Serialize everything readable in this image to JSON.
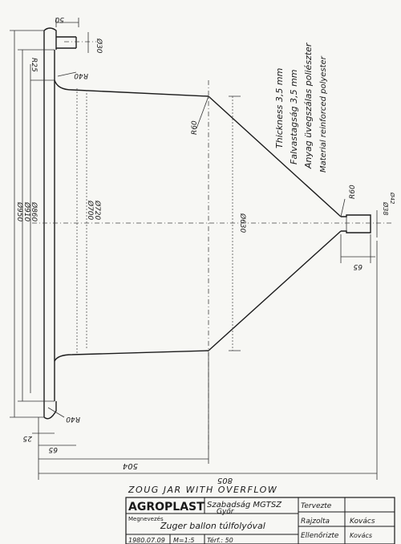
{
  "drawing": {
    "caption": "ZOUG JAR WITH OVERFLOW",
    "dims": {
      "d50": "50",
      "phi30": "Ø30",
      "r25": "R25",
      "r40_top": "R40",
      "r60_a": "R60",
      "phi950": "Ø950",
      "phi910": "Ø910",
      "phi860": "Ø860",
      "phi700": "Ø700",
      "phi720": "Ø720",
      "phi630": "Ø630",
      "r60_b": "R60",
      "phi38": "Ø38",
      "phi42": "Ø42",
      "d65_right": "65",
      "r40_bottom": "R40",
      "d25": "25",
      "d65_left": "65",
      "d504": "504",
      "d805": "805"
    },
    "notes": {
      "thickness": "Thickness 3,5 mm",
      "falvastagsag": "Falvastagság 3,5 mm",
      "anyag": "Anyag üvegszálas poliészter",
      "material": "Material reinforced polyester"
    }
  },
  "title_block": {
    "company": "AGROPLAST",
    "address_line1": "Szabadság MGTSZ",
    "address_line2": "Győr",
    "label_megnevezes": "Megnevezés",
    "part_name": "Zuger ballon túlfolyóval",
    "date": "1980.07.09",
    "scale": "M=1:5",
    "volume": "Térf.: 50",
    "tervezte": "Tervezte",
    "rajzolta": "Rajzolta",
    "ellenorizte": "Ellenőrizte",
    "signer": "Kovács",
    "signer2": "Kovács"
  }
}
